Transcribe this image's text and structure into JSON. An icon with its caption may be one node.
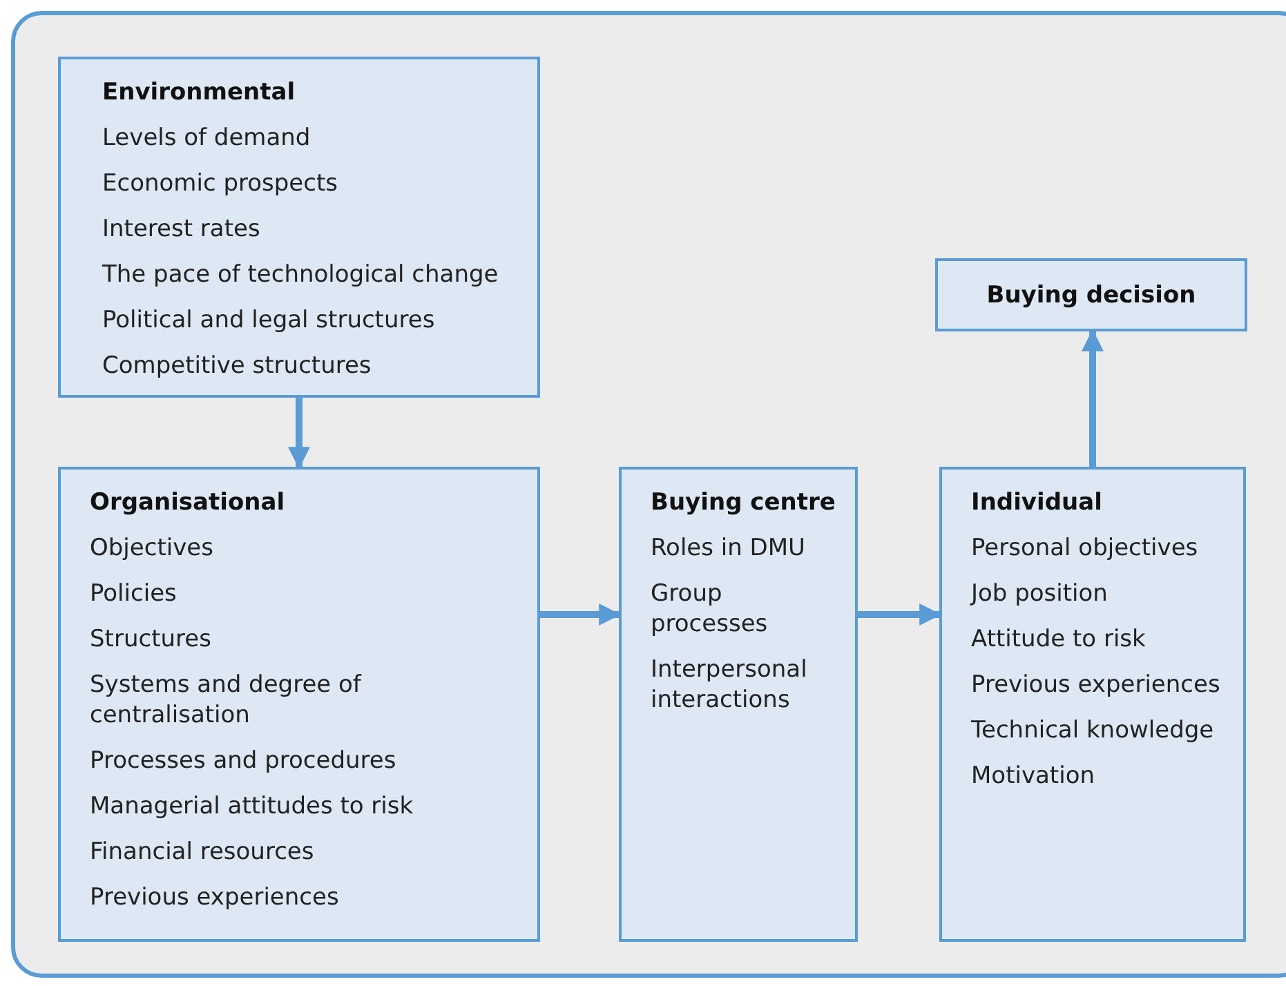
{
  "diagram": {
    "nodes": [
      {
        "text": [
          "Environmental",
          "Levels of demand",
          "Economic prospects",
          "Interest rates",
          "The pace of technological change",
          "Political and legal structures",
          "Competitive structures"
        ]
      },
      {
        "text": [
          "Organisational",
          "Objectives",
          "Policies",
          "Structures",
          "Systems and degree of centralisation",
          "Processes and procedures",
          "Managerial attitudes to risk",
          "Financial resources",
          "Previous experiences"
        ]
      },
      {
        "text": [
          "Buying centre",
          "Roles in DMU",
          "Group processes",
          "Interpersonal interactions"
        ]
      },
      {
        "text": [
          "Individual",
          "Personal objectives",
          "Job position",
          "Attitude to risk",
          "Previous experiences",
          "Technical knowledge",
          "Motivation"
        ]
      },
      {
        "text": [
          "Buying decision"
        ]
      }
    ],
    "edges": [
      {
        "from": 0,
        "to": 1,
        "arrow": "to"
      },
      {
        "from": 1,
        "to": 2,
        "arrow": "to"
      },
      {
        "from": 2,
        "to": 3,
        "arrow": "to"
      },
      {
        "from": 3,
        "to": 4,
        "arrow": "to"
      }
    ]
  }
}
